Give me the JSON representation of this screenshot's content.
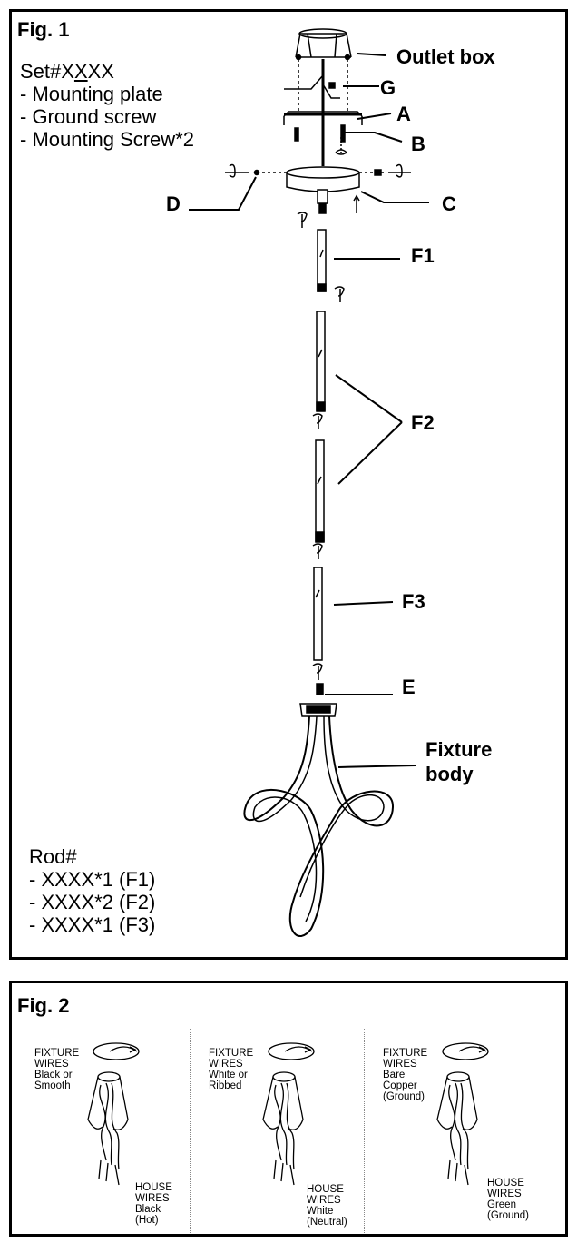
{
  "fig1": {
    "title": "Fig. 1",
    "set_label_prefix": "Set#X",
    "set_label_underlined": "X",
    "set_label_suffix": "XX",
    "set_items": [
      "- Mounting plate",
      "- Ground screw",
      "- Mounting Screw*2"
    ],
    "rod_label": "Rod#",
    "rod_items": [
      "- XXXX*1 (F1)",
      "- XXXX*2 (F2)",
      "- XXXX*1 (F3)"
    ],
    "labels": {
      "outlet_box": "Outlet box",
      "g": "G",
      "a": "A",
      "b": "B",
      "c": "C",
      "d": "D",
      "f1": "F1",
      "f2": "F2",
      "f3": "F3",
      "e": "E",
      "fixture_line1": "Fixture",
      "fixture_line2": "body"
    }
  },
  "fig2": {
    "title": "Fig. 2",
    "panels": [
      {
        "fixture": [
          "FIXTURE",
          "WIRES",
          "Black or",
          "Smooth"
        ],
        "house": [
          "HOUSE",
          "WIRES",
          "Black",
          "(Hot)"
        ]
      },
      {
        "fixture": [
          "FIXTURE",
          "WIRES",
          "White or",
          "Ribbed"
        ],
        "house": [
          "HOUSE",
          "WIRES",
          "White",
          "(Neutral)"
        ]
      },
      {
        "fixture": [
          "FIXTURE",
          "WIRES",
          "Bare",
          "Copper",
          "(Ground)"
        ],
        "house": [
          "HOUSE",
          "WIRES",
          "Green",
          "(Ground)"
        ]
      }
    ]
  }
}
